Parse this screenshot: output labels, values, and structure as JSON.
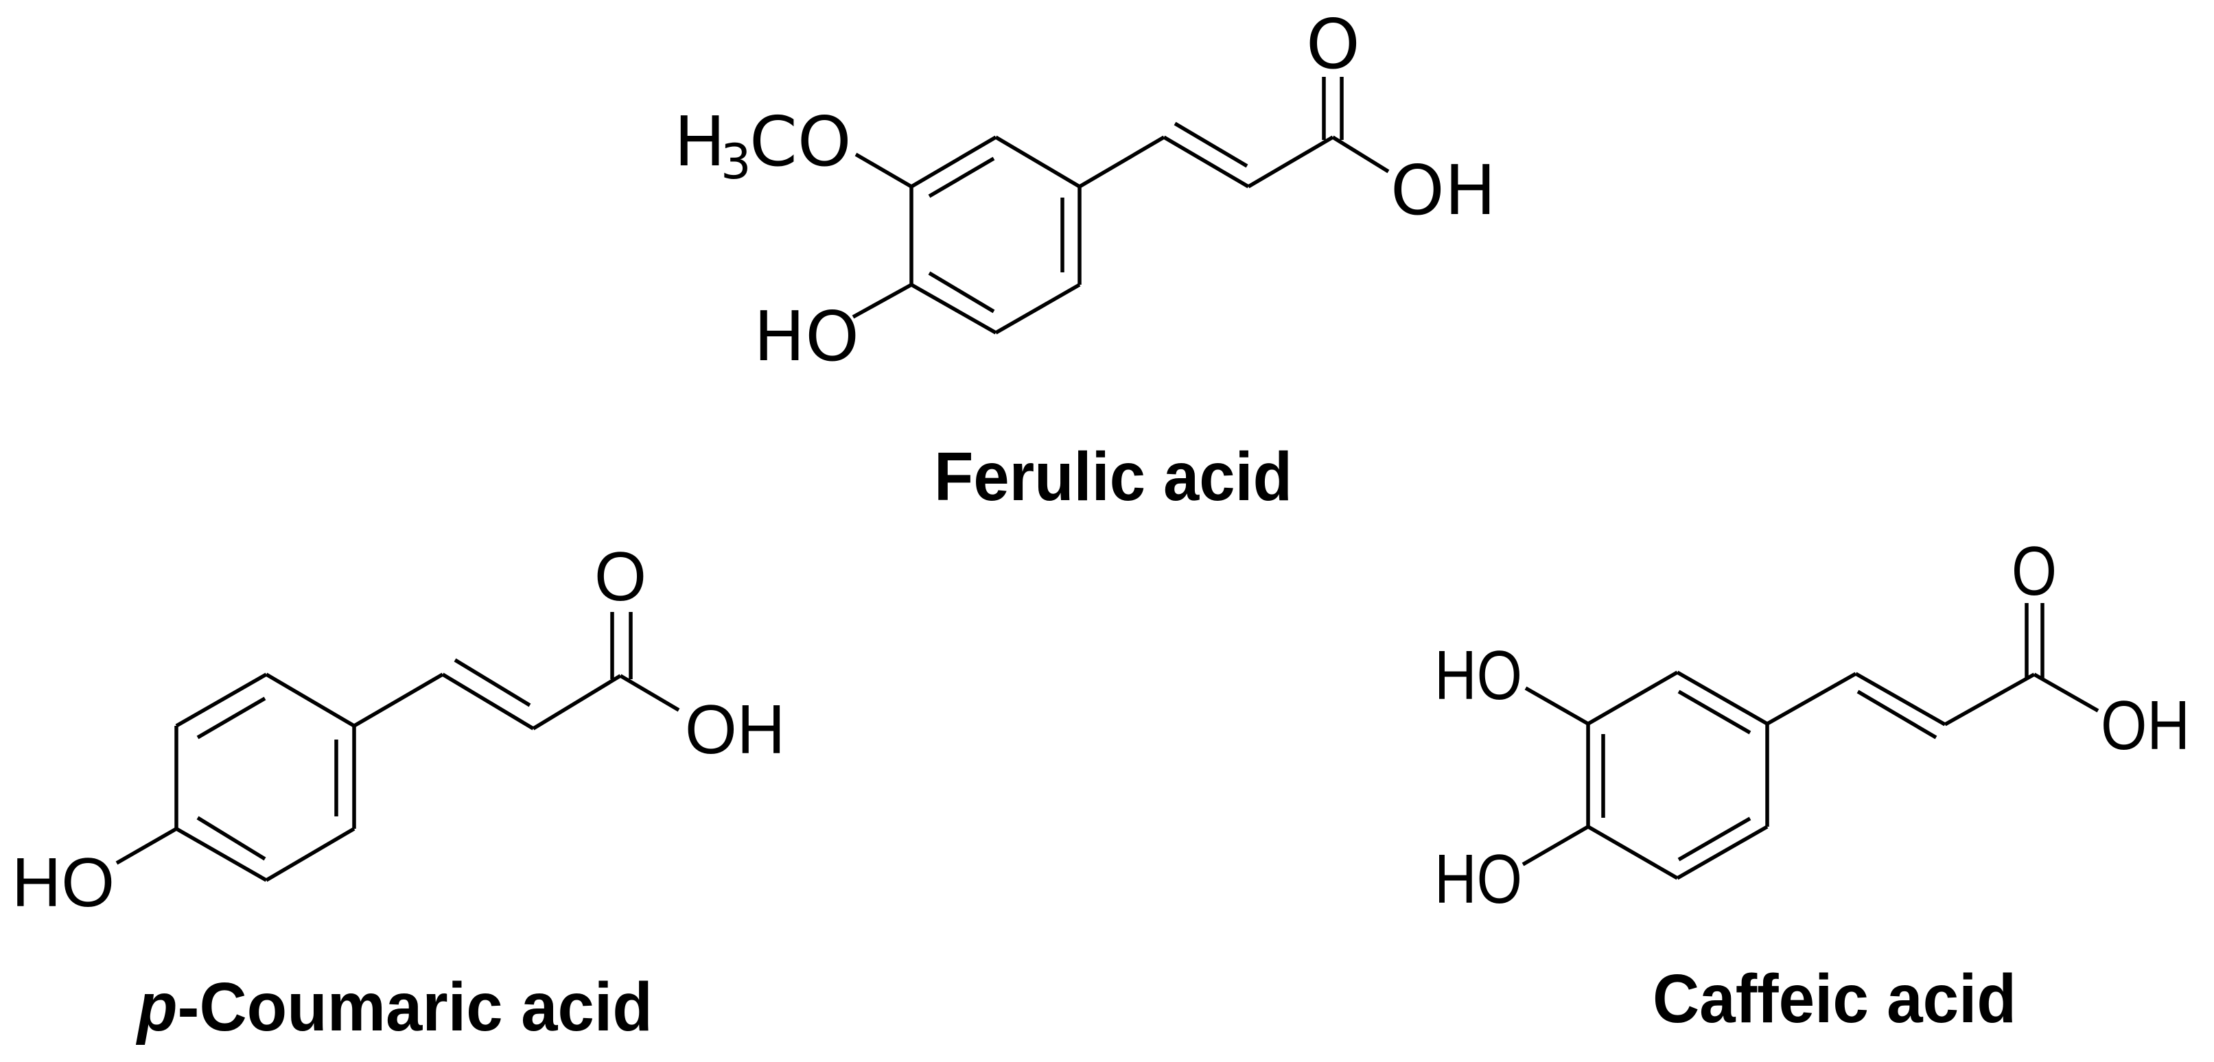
{
  "figure": {
    "background": "#ffffff",
    "ink": "#000000"
  },
  "compounds": {
    "ferulic": {
      "name": "Ferulic acid",
      "labels": {
        "methoxy_h": "H",
        "methoxy_sub": "3",
        "methoxy_co": "CO",
        "hydroxyl": "HO",
        "carbonyl_o": "O",
        "acid_oh": "OH"
      }
    },
    "coumaric": {
      "name_prefix": "p",
      "name_rest": "-Coumaric acid",
      "labels": {
        "hydroxyl": "HO",
        "carbonyl_o": "O",
        "acid_oh": "OH"
      }
    },
    "caffeic": {
      "name": "Caffeic acid",
      "labels": {
        "hydroxyl_top": "HO",
        "hydroxyl_bottom": "HO",
        "carbonyl_o": "O",
        "acid_oh": "OH"
      }
    }
  }
}
